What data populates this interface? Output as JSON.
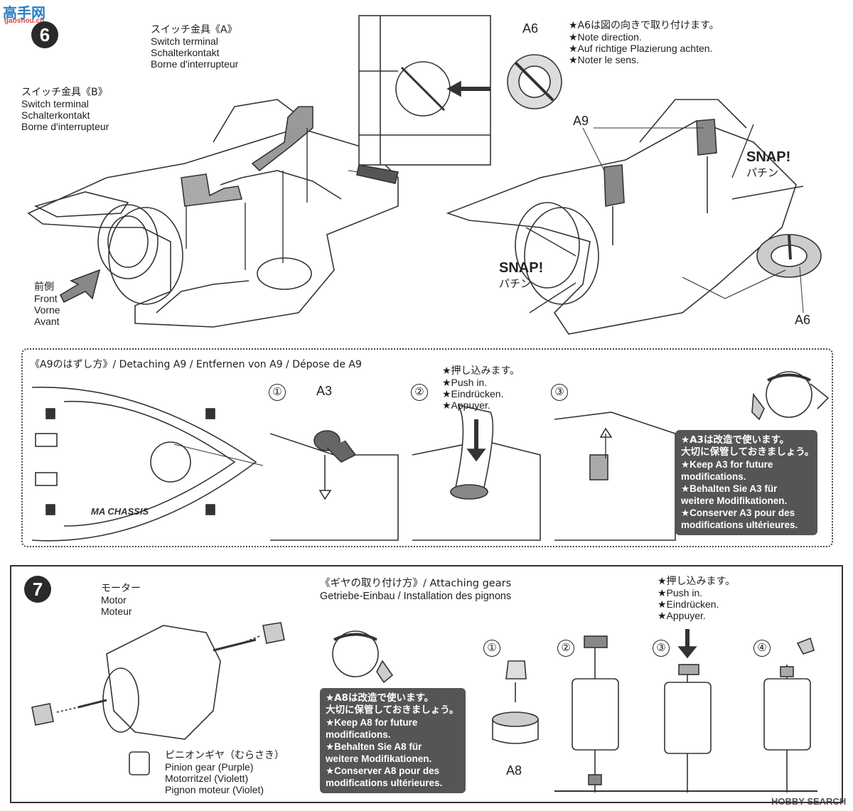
{
  "watermark": {
    "site": "高手网",
    "url": "gaoshou.cn",
    "bottom": "HOBBY SEARCH"
  },
  "step6": {
    "number": "6",
    "terminal_a": [
      "スイッチ金具《A》",
      "Switch terminal",
      "Schalterkontakt",
      "Borne d'interrupteur"
    ],
    "terminal_b": [
      "スイッチ金具《B》",
      "Switch terminal",
      "Schalterkontakt",
      "Borne d'interrupteur"
    ],
    "front": [
      "前側",
      "Front",
      "Vorne",
      "Avant"
    ],
    "part_a6_top": "A6",
    "part_a6_bottom": "A6",
    "part_a9": "A9",
    "a6_note": [
      "★A6は図の向きで取り付けます。",
      "★Note direction.",
      "★Auf richtige Plazierung achten.",
      "★Noter le sens."
    ],
    "snap_right": {
      "en": "SNAP!",
      "jp": "パチン"
    },
    "snap_left": {
      "en": "SNAP!",
      "jp": "パチン"
    }
  },
  "detach": {
    "title": "《A9のはずし方》/ Detaching A9 / Entfernen von A9 / Dépose de A9",
    "chassis_text": "MA CHASSIS",
    "steps": [
      "①",
      "②",
      "③"
    ],
    "part_a3": "A3",
    "push_note": [
      "★押し込みます。",
      "★Push in.",
      "★Eindrücken.",
      "★Appuyer."
    ],
    "keep_note": [
      "★A3は改造で使います。",
      "大切に保管しておきましょう。",
      "★Keep A3 for future",
      "modifications.",
      "★Behalten Sie A3 für",
      "weitere Modifikationen.",
      "★Conserver A3 pour des",
      "modifications ultérieures."
    ]
  },
  "step7": {
    "number": "7",
    "motor": [
      "モーター",
      "Motor",
      "Moteur"
    ],
    "gears_title": [
      "《ギヤの取り付け方》/ Attaching gears",
      "Getriebe-Einbau / Installation des pignons"
    ],
    "push_note": [
      "★押し込みます。",
      "★Push in.",
      "★Eindrücken.",
      "★Appuyer."
    ],
    "steps": [
      "①",
      "②",
      "③",
      "④"
    ],
    "part_a8": "A8",
    "keep_note": [
      "★A8は改造で使います。",
      "大切に保管しておきましょう。",
      "★Keep A8 for future",
      "modifications.",
      "★Behalten Sie A8 für",
      "weitere Modifikationen.",
      "★Conserver A8 pour des",
      "modifications ultérieures."
    ],
    "pinion": [
      "ピニオンギヤ（むらさき）",
      "Pinion gear (Purple)",
      "Motorritzel (Violett)",
      "Pignon moteur (Violet)"
    ]
  }
}
